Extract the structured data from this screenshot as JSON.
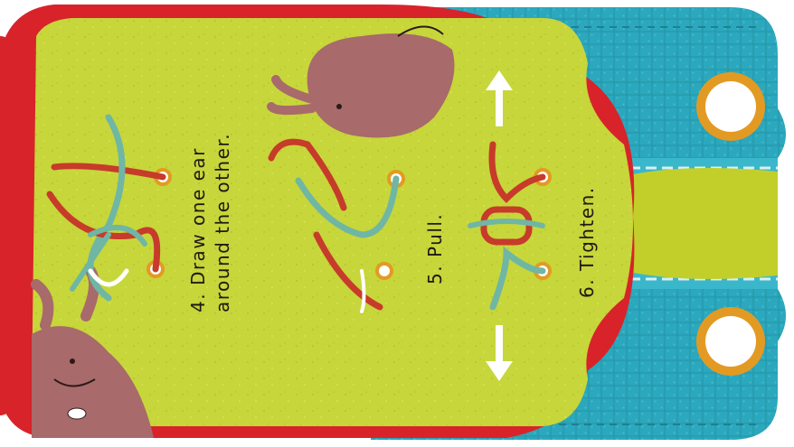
{
  "colors": {
    "page_background": "#ffffff",
    "card_border": "#d8232a",
    "card_fill": "#c7d63a",
    "shoe_upper": "#2ba8bd",
    "shoe_tongue": "#c2cf2a",
    "eyelet_ring": "#e39a23",
    "lace_red": "#c73b2b",
    "lace_teal": "#6fb6a4",
    "rabbit": "#a86a6a",
    "arrow": "#ffffff"
  },
  "instructions": {
    "step4_line1": "4. Draw one ear",
    "step4_line2": "around the other.",
    "step5": "5. Pull.",
    "step6": "6. Tighten."
  },
  "icons": [
    "rabbit-top",
    "rabbit-bottom",
    "curved-arrow",
    "pull-arrow",
    "up-arrow",
    "down-arrow"
  ]
}
